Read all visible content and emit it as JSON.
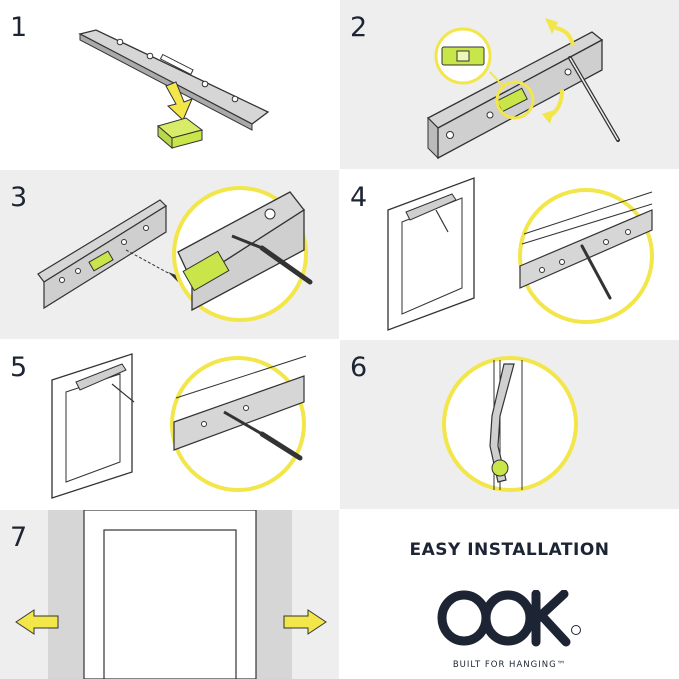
{
  "steps": [
    {
      "number": "1"
    },
    {
      "number": "2"
    },
    {
      "number": "3"
    },
    {
      "number": "4"
    },
    {
      "number": "5"
    },
    {
      "number": "6"
    },
    {
      "number": "7"
    }
  ],
  "headline": "EASY INSTALLATION",
  "logo": {
    "text": "OOK",
    "trademark": "®"
  },
  "tagline": "BUILT FOR HANGING™",
  "colors": {
    "accent_yellow": "#f2e64a",
    "level_green": "#c8e64a",
    "metal": "#cfcfcf",
    "outline": "#333333",
    "panel_gray": "#eeeeee",
    "text_dark": "#1d2433"
  }
}
